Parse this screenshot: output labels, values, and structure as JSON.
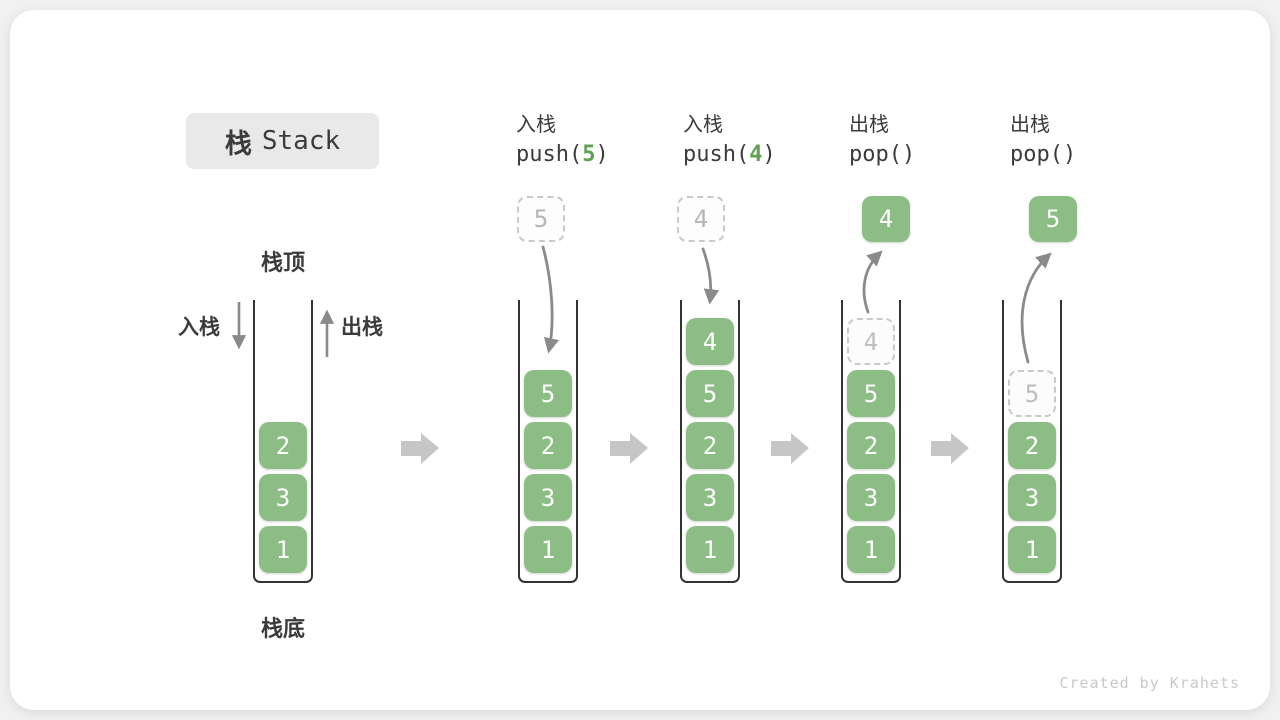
{
  "title": {
    "zh": "栈",
    "en": "Stack"
  },
  "annotations": {
    "stack_top": "栈顶",
    "stack_bottom": "栈底",
    "push_label": "入栈",
    "pop_label": "出栈"
  },
  "operations": [
    {
      "zh": "入栈",
      "fn": "push(",
      "arg": "5",
      "close": ")"
    },
    {
      "zh": "入栈",
      "fn": "push(",
      "arg": "4",
      "close": ")"
    },
    {
      "zh": "出栈",
      "fn": "pop(",
      "arg": "",
      "close": ")"
    },
    {
      "zh": "出栈",
      "fn": "pop(",
      "arg": "",
      "close": ")"
    }
  ],
  "stacks": [
    {
      "id": "initial",
      "cells": [
        "2",
        "3",
        "1"
      ]
    },
    {
      "id": "after-push-5",
      "cells": [
        "5",
        "2",
        "3",
        "1"
      ],
      "floating": {
        "value": "5",
        "style": "dashed"
      }
    },
    {
      "id": "after-push-4",
      "cells": [
        "4",
        "5",
        "2",
        "3",
        "1"
      ],
      "floating": {
        "value": "4",
        "style": "dashed"
      }
    },
    {
      "id": "after-pop-4",
      "cells": [
        "5",
        "2",
        "3",
        "1"
      ],
      "ghost": "4",
      "floating": {
        "value": "4",
        "style": "solid"
      }
    },
    {
      "id": "after-pop-5",
      "cells": [
        "2",
        "3",
        "1"
      ],
      "ghost": "5",
      "floating": {
        "value": "5",
        "style": "solid"
      }
    }
  ],
  "colors": {
    "cell_green": "#8cbd84",
    "code_green": "#5fa052",
    "text_dark": "#3b3b3b",
    "arrow_gray": "#8a8a8a",
    "flow_arrow_gray": "#c6c6c6",
    "dashed_border": "#c9c9c9",
    "title_box_bg": "#e9e9e9"
  },
  "watermark": "Created by Krahets"
}
